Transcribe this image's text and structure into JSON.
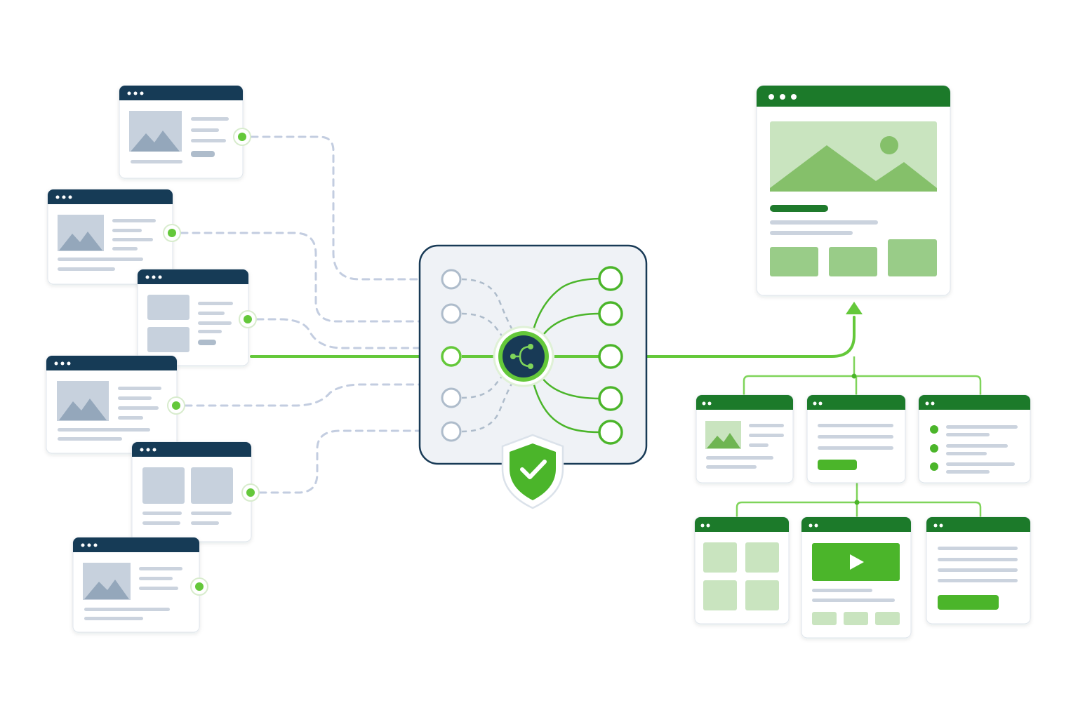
{
  "colors": {
    "navy": "#183a56",
    "green_dark": "#1f7a2c",
    "green_bright": "#64c83a",
    "green_light": "#c9e4bf",
    "green_mid": "#99cc88",
    "gray_block": "#c7d1dd",
    "gray_line": "#cbd3de",
    "dash_line": "#c3cde0",
    "hub_fill": "#eff2f6"
  },
  "diagram": {
    "source_pages": [
      {
        "id": "source-page-1",
        "content": "image-with-text"
      },
      {
        "id": "source-page-2",
        "content": "image-with-text"
      },
      {
        "id": "source-page-3",
        "content": "stacked-blocks"
      },
      {
        "id": "source-page-4",
        "content": "image-with-text"
      },
      {
        "id": "source-page-5",
        "content": "two-blocks"
      },
      {
        "id": "source-page-6",
        "content": "image-with-text"
      }
    ],
    "hub": {
      "center_icon": "branch-merge-icon",
      "badge_icon": "shield-check-icon",
      "input_nodes": 5,
      "output_nodes": 5,
      "active_input": 3
    },
    "output_page": {
      "content": "hero-image-title-cards"
    },
    "child_pages": [
      {
        "id": "child-image-text",
        "content": "thumbnail-text"
      },
      {
        "id": "child-text-button",
        "content": "text-button"
      },
      {
        "id": "child-bullet-list",
        "content": "bullet-list"
      },
      {
        "id": "child-tile-grid",
        "content": "tile-grid"
      },
      {
        "id": "child-video",
        "content": "video-player"
      },
      {
        "id": "child-text-cta",
        "content": "text-cta"
      }
    ]
  }
}
